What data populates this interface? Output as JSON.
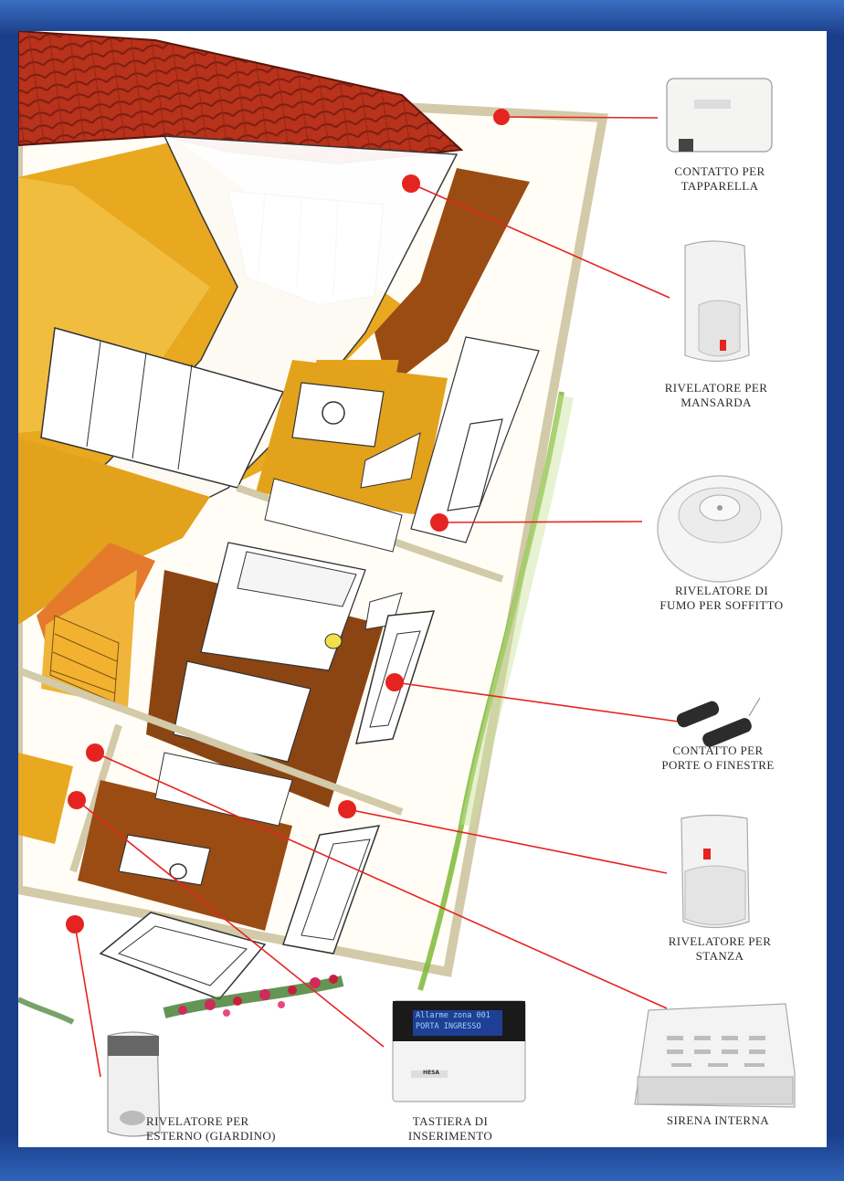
{
  "devices": [
    {
      "id": "shutter-contact",
      "line1": "CONTATTO PER",
      "line2": "TAPPARELLA"
    },
    {
      "id": "attic-detector",
      "line1": "RIVELATORE PER",
      "line2": "MANSARDA"
    },
    {
      "id": "smoke-detector",
      "line1": "RIVELATORE DI",
      "line2": "FUMO PER SOFFITTO"
    },
    {
      "id": "door-window-contact",
      "line1": "CONTATTO PER",
      "line2": "PORTE O FINESTRE"
    },
    {
      "id": "room-detector",
      "line1": "RIVELATORE PER",
      "line2": "STANZA"
    },
    {
      "id": "outdoor-detector",
      "line1": "RIVELATORE PER",
      "line2": "ESTERNO (GIARDINO)"
    },
    {
      "id": "keypad",
      "line1": "TASTIERA DI",
      "line2": "INSERIMENTO"
    },
    {
      "id": "internal-siren",
      "line1": "SIRENA INTERNA",
      "line2": ""
    }
  ],
  "keypad_display": {
    "line1": "Allarme zona 001",
    "line2": "PORTA INGRESSO",
    "brand": "HESA"
  },
  "colors": {
    "frame": "#1b3e8a",
    "marker": "#e52421",
    "roof": "#b8321c",
    "ochre": "#e3a21c",
    "brown": "#8a4513",
    "wall": "#d9d3b8"
  }
}
